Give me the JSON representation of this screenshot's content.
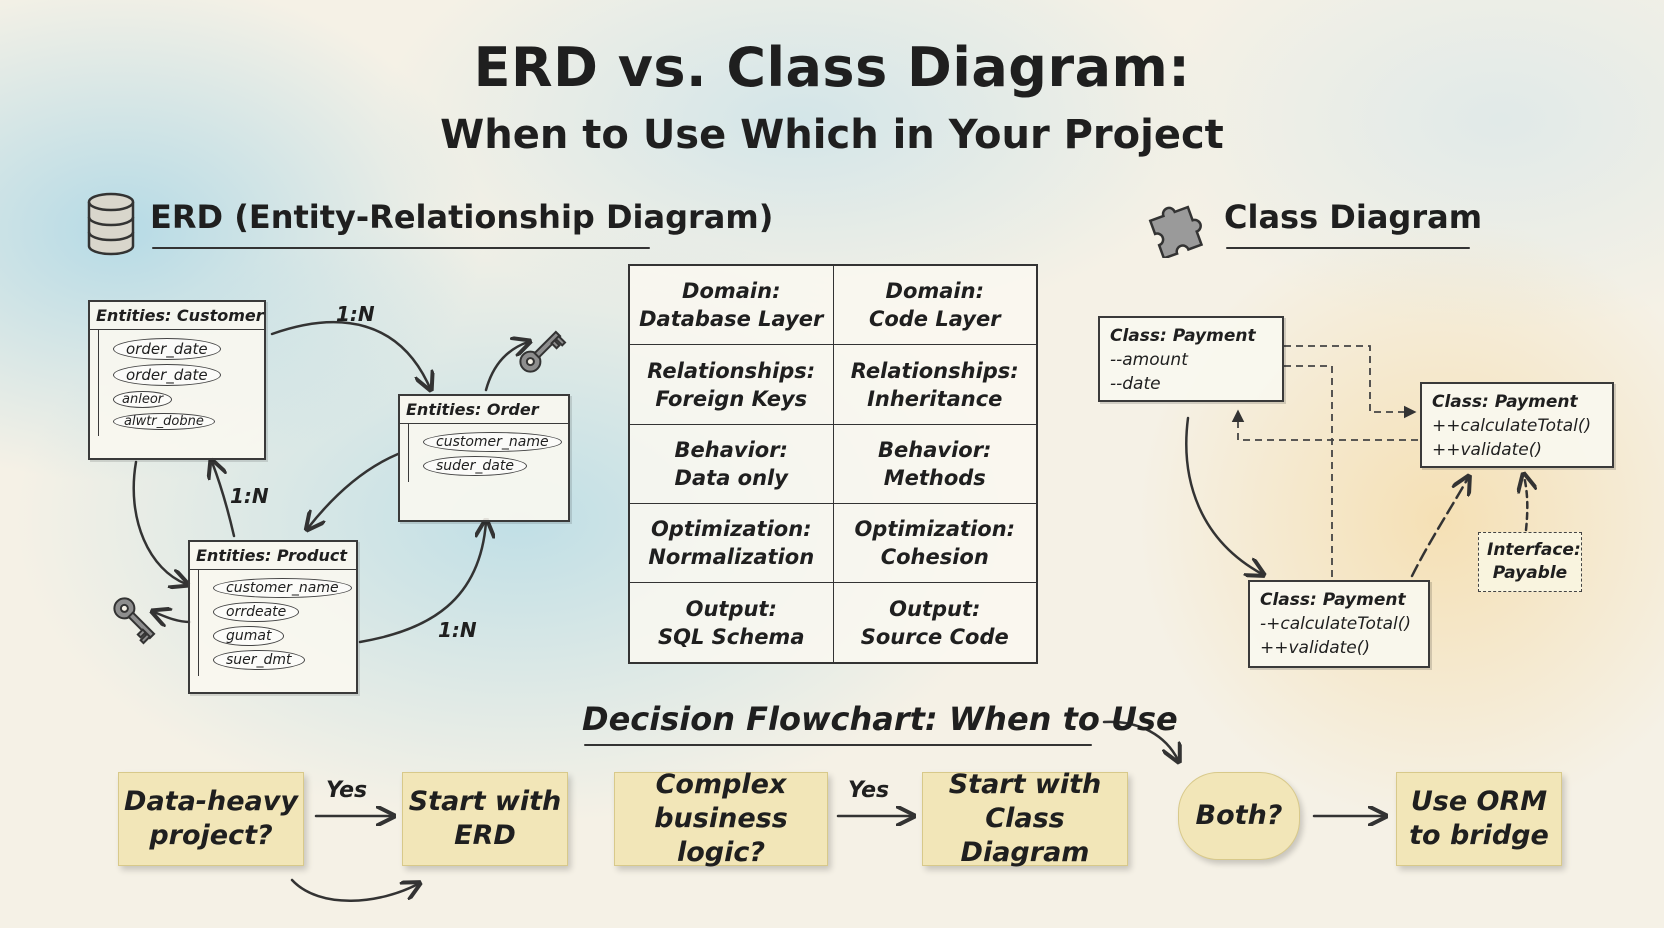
{
  "title": {
    "line1": "ERD vs. Class Diagram:",
    "line2": "When to Use Which in Your Project"
  },
  "erd": {
    "heading": "ERD (Entity-Relationship Diagram)",
    "icon": "database-icon",
    "entities": {
      "customer": {
        "title": "Entities: Customer",
        "attrs": [
          "order_date",
          "order_date",
          "anleor",
          "alwtr_dobne"
        ]
      },
      "order": {
        "title": "Entities: Order",
        "attrs": [
          "customer_name",
          "suder_date"
        ]
      },
      "product": {
        "title": "Entities: Product",
        "attrs": [
          "customer_name",
          "orrdeate",
          "gumat",
          "suer_dmt"
        ]
      }
    },
    "relations": [
      "1:N",
      "1:N",
      "1:N"
    ],
    "key_icon": "key-icon"
  },
  "comparison": {
    "rows": [
      {
        "erd": [
          "Domain:",
          "Database Layer"
        ],
        "cls": [
          "Domain:",
          "Code Layer"
        ]
      },
      {
        "erd": [
          "Relationships:",
          "Foreign Keys"
        ],
        "cls": [
          "Relationships:",
          "Inheritance"
        ]
      },
      {
        "erd": [
          "Behavior:",
          "Data only"
        ],
        "cls": [
          "Behavior:",
          "Methods"
        ]
      },
      {
        "erd": [
          "Optimization:",
          "Normalization"
        ],
        "cls": [
          "Optimization:",
          "Cohesion"
        ]
      },
      {
        "erd": [
          "Output:",
          "SQL Schema"
        ],
        "cls": [
          "Output:",
          "Source Code"
        ]
      }
    ]
  },
  "class_diagram": {
    "heading": "Class Diagram",
    "icon": "puzzle-icon",
    "classes": {
      "top_left": {
        "title": "Class: Payment",
        "lines": [
          "--amount",
          "--date"
        ]
      },
      "right": {
        "title": "Class: Payment",
        "lines": [
          "++calculateTotal()",
          "++validate()"
        ]
      },
      "bottom": {
        "title": "Class: Payment",
        "lines": [
          "-+calculateTotal()",
          "++validate()"
        ]
      }
    },
    "interface": {
      "line1": "Interface:",
      "line2": "Payable"
    }
  },
  "flowchart": {
    "heading": "Decision Flowchart: When to Use",
    "nodes": {
      "data_heavy": [
        "Data-heavy",
        "project?"
      ],
      "start_erd": [
        "Start with",
        "ERD"
      ],
      "complex": [
        "Complex",
        "business logic?"
      ],
      "start_class": [
        "Start with",
        "Class Diagram"
      ],
      "both": [
        "Both?"
      ],
      "orm": [
        "Use ORM",
        "to bridge"
      ]
    },
    "yes1": "Yes",
    "yes2": "Yes"
  },
  "colors": {
    "note": "#f2e6b8",
    "ink": "#1f1f1f",
    "paper": "#f5f1e6"
  }
}
